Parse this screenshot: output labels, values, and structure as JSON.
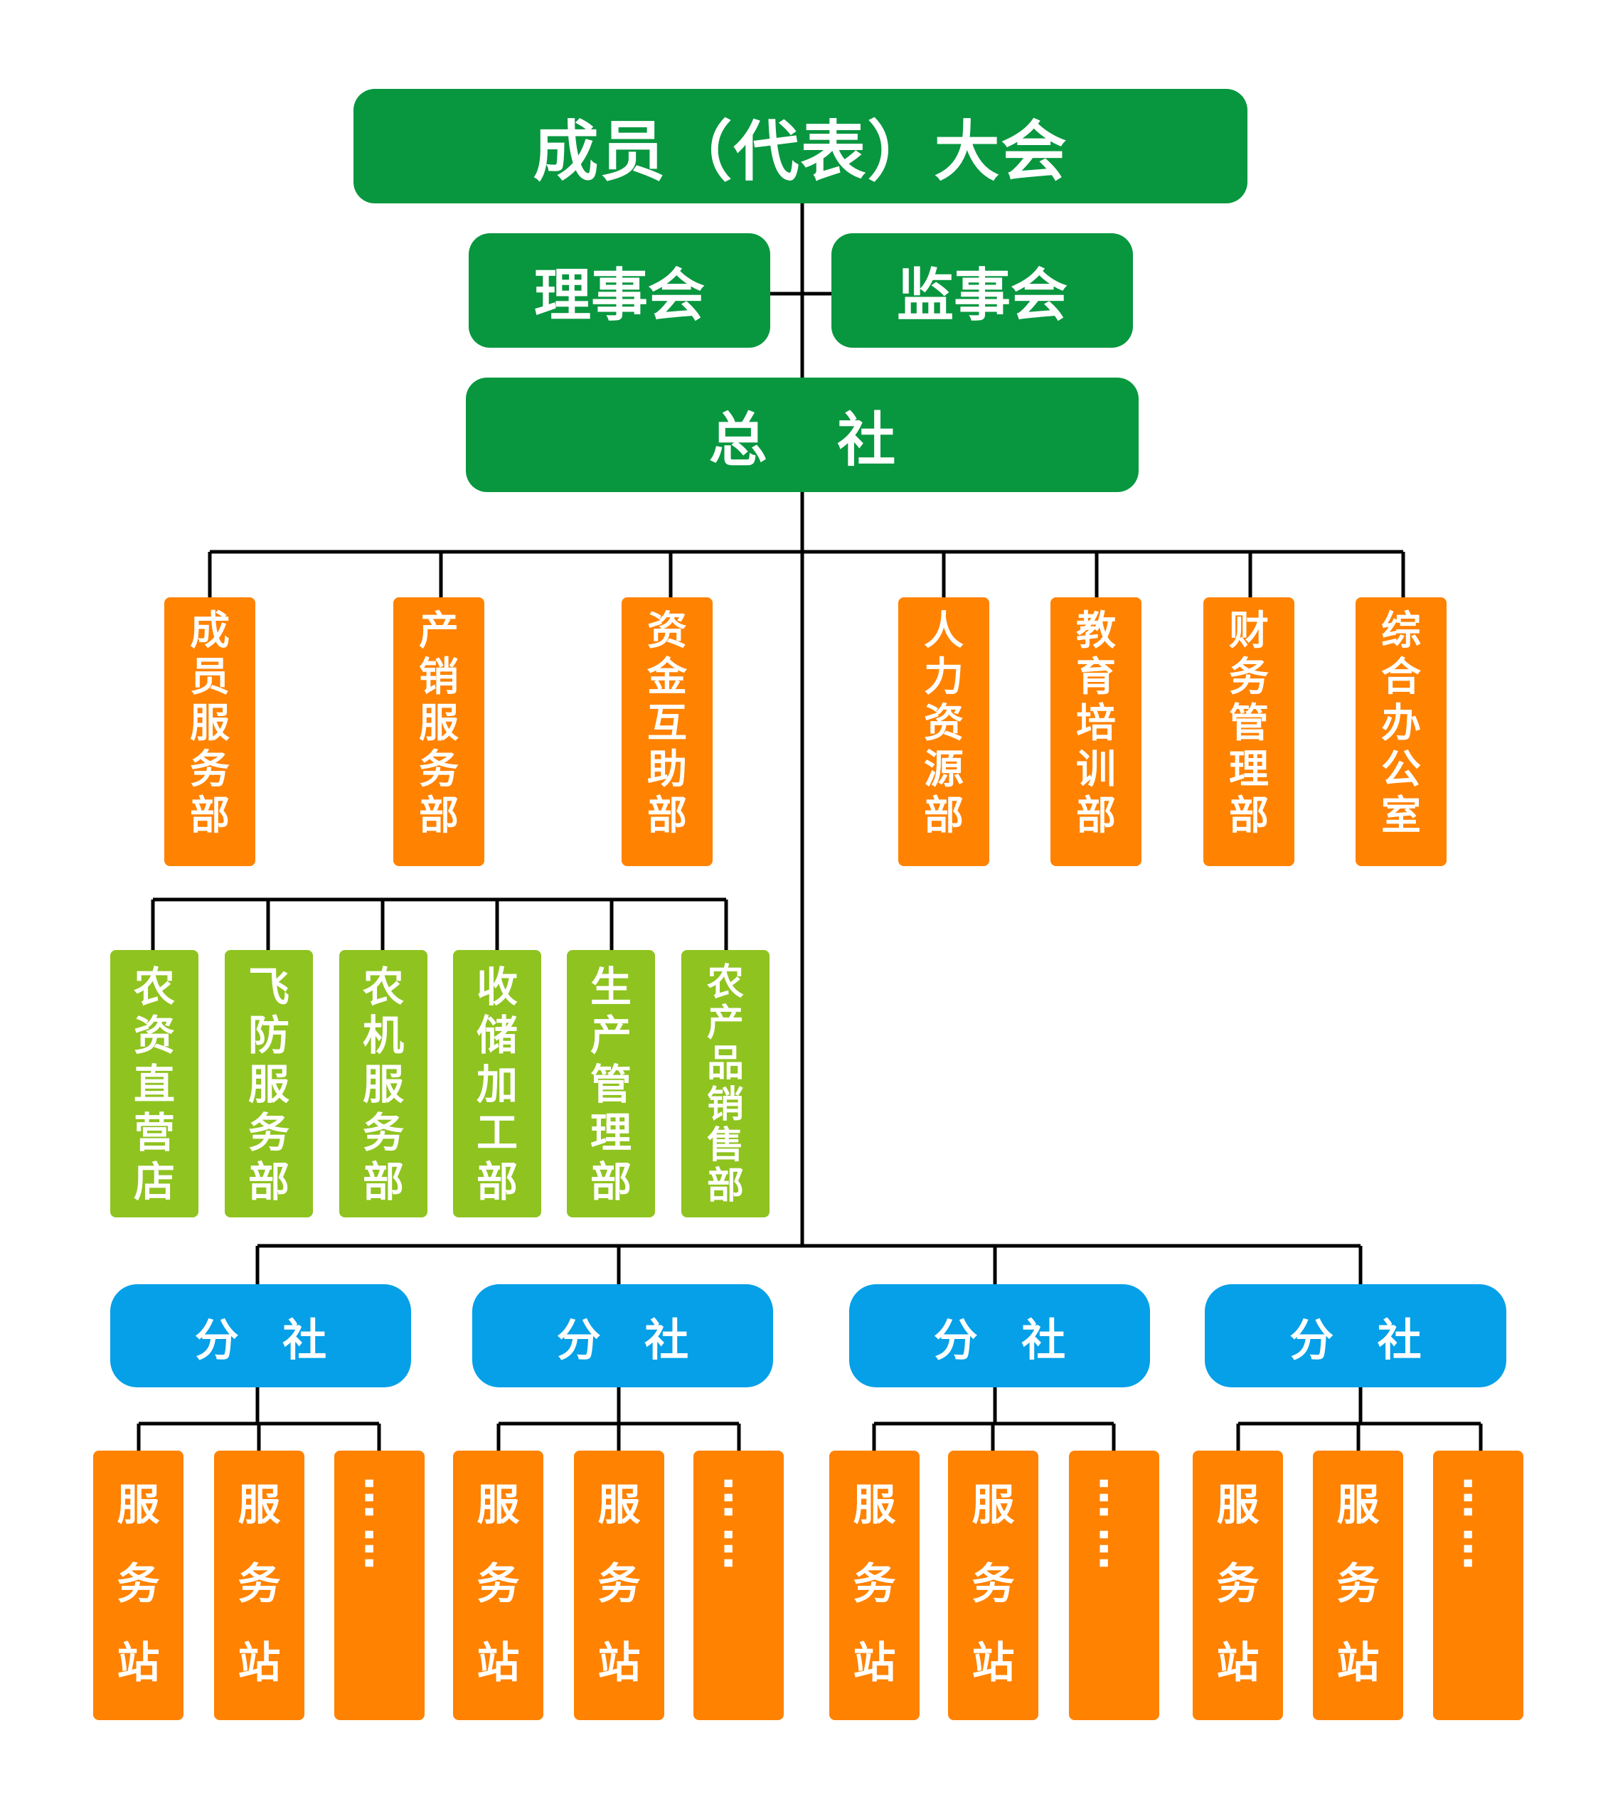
{
  "top": {
    "assembly": "成员（代表）大会",
    "council": "理事会",
    "supervisory": "监事会",
    "hq": "总 社"
  },
  "departments": [
    "成\n员\n服\n务\n部",
    "产\n销\n服\n务\n部",
    "资\n金\n互\n助\n部",
    "人\n力\n资\n源\n部",
    "教\n育\n培\n训\n部",
    "财\n务\n管\n理\n部",
    "综\n合\n办\n公\n室"
  ],
  "sub_departments": [
    "农\n资\n直\n营\n店",
    "飞\n防\n服\n务\n部",
    "农\n机\n服\n务\n部",
    "收\n储\n加\n工\n部",
    "生\n产\n管\n理\n部",
    "农\n产\n品\n销\n售\n部"
  ],
  "branch_label": "分 社",
  "station_label": "服\n务\n站",
  "ellipsis_label": "……",
  "colors": {
    "green": "#08973f",
    "orange": "#ff8200",
    "lime": "#8fc31f",
    "blue": "#05a0e8",
    "line": "#000000"
  }
}
